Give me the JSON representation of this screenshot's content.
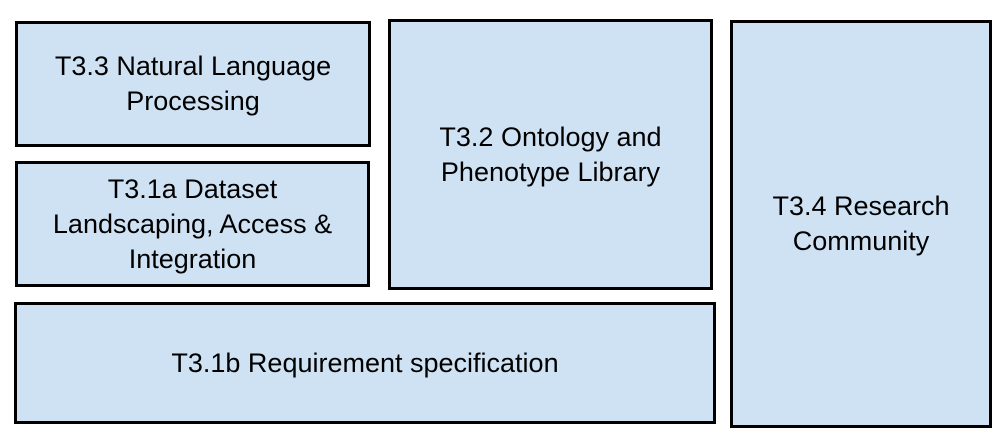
{
  "diagram": {
    "background_color": "#ffffff",
    "box_fill_color": "#cfe2f3",
    "box_border_color": "#000000",
    "text_color": "#000000",
    "boxes": [
      {
        "id": "t3.3",
        "label": "T3.3 Natural Language Processing",
        "lines": [
          "T3.3 Natural Language",
          "Processing"
        ]
      },
      {
        "id": "t3.1a",
        "label": "T3.1a Dataset Landscaping, Access & Integration",
        "lines": [
          "T3.1a Dataset",
          "Landscaping, Access &",
          "Integration"
        ]
      },
      {
        "id": "t3.2",
        "label": "T3.2 Ontology and Phenotype Library",
        "lines": [
          "T3.2 Ontology and",
          "Phenotype Library"
        ]
      },
      {
        "id": "t3.4",
        "label": "T3.4 Research Community",
        "lines": [
          "T3.4 Research",
          "Community"
        ]
      },
      {
        "id": "t3.1b",
        "label": "T3.1b Requirement specification",
        "lines": [
          "T3.1b Requirement specification"
        ]
      }
    ]
  }
}
